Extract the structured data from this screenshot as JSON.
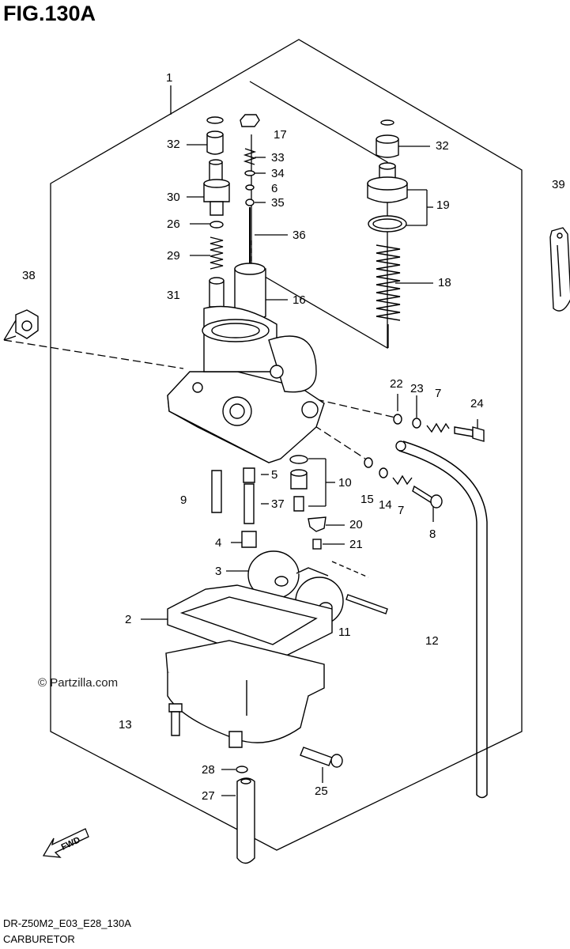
{
  "figure": {
    "title": "FIG.130A",
    "code": "DR-Z50M2_E03_E28_130A",
    "caption": "CARBURETOR",
    "watermark": "© Partzilla.com",
    "fwd_label": "FWD"
  },
  "callouts": {
    "c1": "1",
    "c2": "2",
    "c3": "3",
    "c4": "4",
    "c5": "5",
    "c6": "6",
    "c7a": "7",
    "c7b": "7",
    "c8": "8",
    "c9": "9",
    "c10": "10",
    "c11": "11",
    "c12": "12",
    "c13": "13",
    "c14": "14",
    "c15": "15",
    "c16": "16",
    "c17": "17",
    "c18": "18",
    "c19": "19",
    "c20": "20",
    "c21": "21",
    "c22": "22",
    "c23": "23",
    "c24": "24",
    "c25": "25",
    "c26": "26",
    "c27": "27",
    "c28": "28",
    "c29": "29",
    "c30": "30",
    "c31": "31",
    "c32a": "32",
    "c32b": "32",
    "c33": "33",
    "c34": "34",
    "c35": "35",
    "c36": "36",
    "c37": "37",
    "c38": "38",
    "c39": "39"
  }
}
